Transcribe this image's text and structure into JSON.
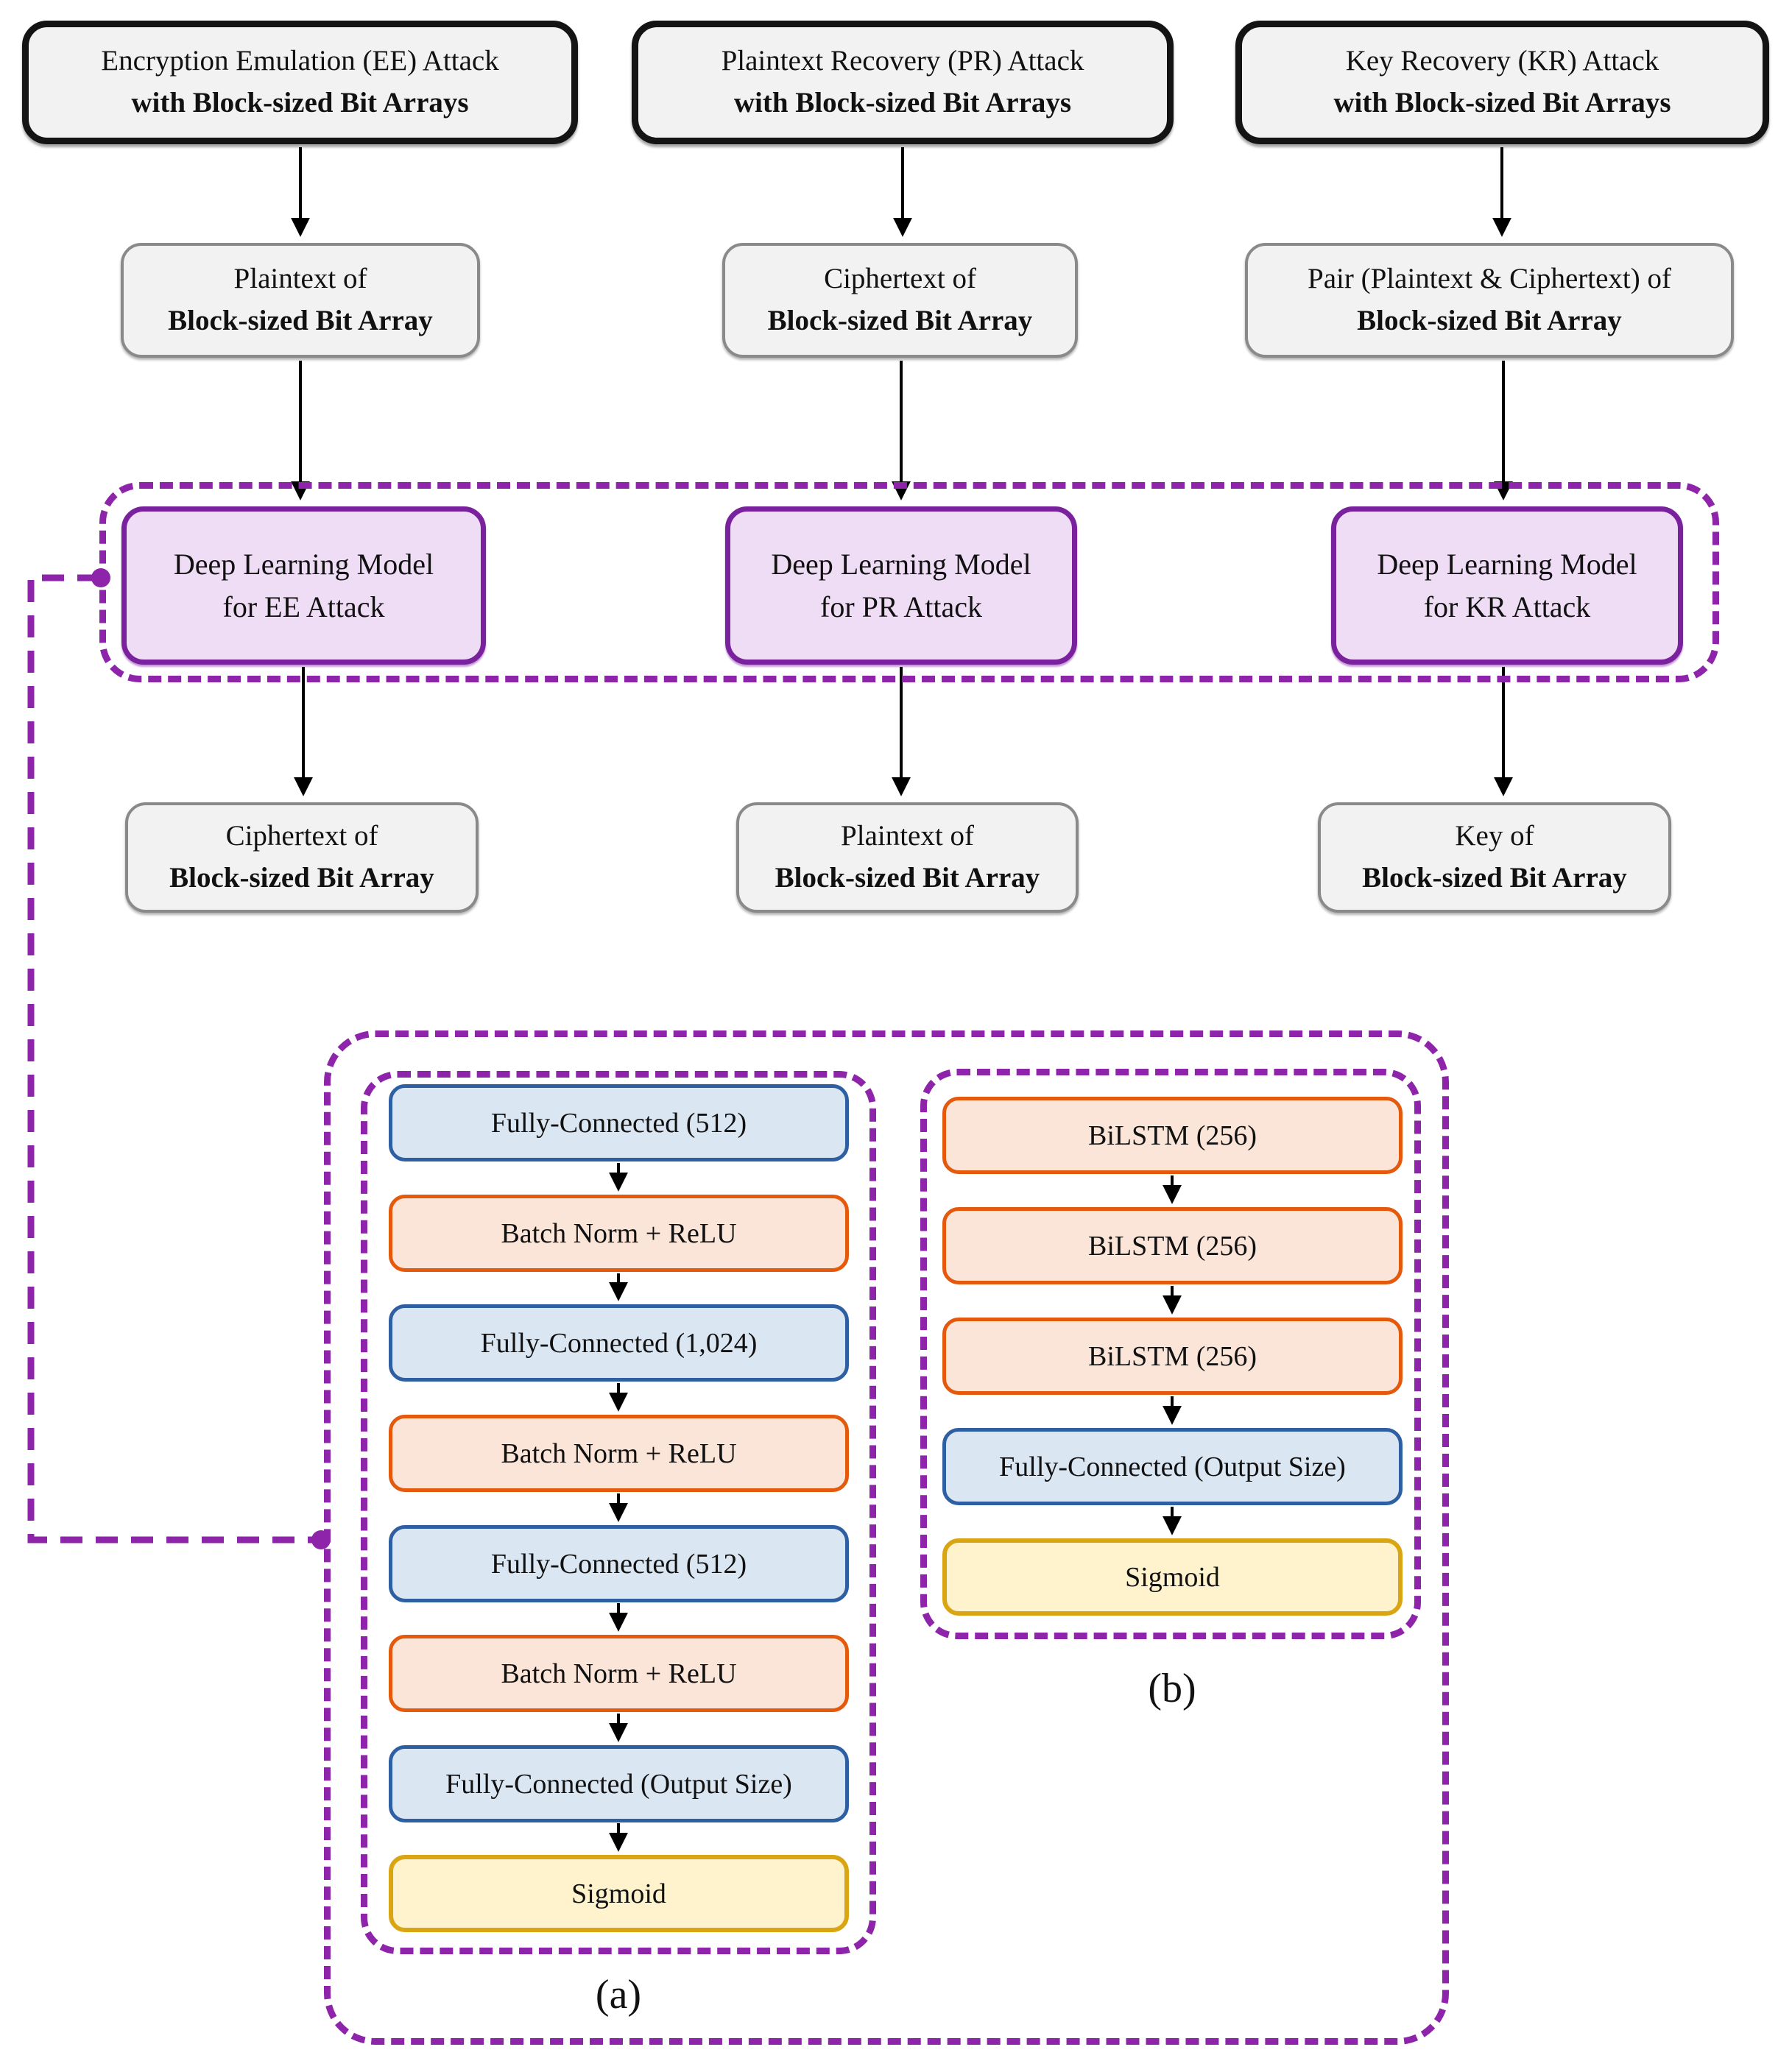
{
  "columns": [
    {
      "id": "ee",
      "attack_line1": "Encryption Emulation (EE) Attack",
      "attack_line2": "with Block-sized Bit Arrays",
      "input_line1": "Plaintext of",
      "input_line2": "Block-sized Bit Array",
      "model_line1": "Deep Learning Model",
      "model_line2": "for EE Attack",
      "output_line1": "Ciphertext of",
      "output_line2": "Block-sized Bit Array"
    },
    {
      "id": "pr",
      "attack_line1": "Plaintext Recovery (PR) Attack",
      "attack_line2": "with Block-sized Bit Arrays",
      "input_line1": "Ciphertext of",
      "input_line2": "Block-sized Bit Array",
      "model_line1": "Deep Learning Model",
      "model_line2": "for PR Attack",
      "output_line1": "Plaintext of",
      "output_line2": "Block-sized Bit Array"
    },
    {
      "id": "kr",
      "attack_line1": "Key Recovery (KR) Attack",
      "attack_line2": "with Block-sized Bit Arrays",
      "input_line1": "Pair (Plaintext & Ciphertext) of",
      "input_line2": "Block-sized Bit Array",
      "model_line1": "Deep Learning Model",
      "model_line2": "for KR Attack",
      "output_line1": "Key of",
      "output_line2": "Block-sized Bit Array"
    }
  ],
  "arch_a": {
    "caption": "(a)",
    "layers": [
      {
        "text": "Fully-Connected (512)",
        "type": "fc"
      },
      {
        "text": "Batch Norm + ReLU",
        "type": "bn"
      },
      {
        "text": "Fully-Connected (1,024)",
        "type": "fc"
      },
      {
        "text": "Batch Norm + ReLU",
        "type": "bn"
      },
      {
        "text": "Fully-Connected (512)",
        "type": "fc"
      },
      {
        "text": "Batch Norm + ReLU",
        "type": "bn"
      },
      {
        "text": "Fully-Connected (Output Size)",
        "type": "fc"
      },
      {
        "text": "Sigmoid",
        "type": "act"
      }
    ]
  },
  "arch_b": {
    "caption": "(b)",
    "layers": [
      {
        "text": "BiLSTM (256)",
        "type": "lstm"
      },
      {
        "text": "BiLSTM (256)",
        "type": "lstm"
      },
      {
        "text": "BiLSTM (256)",
        "type": "lstm"
      },
      {
        "text": "Fully-Connected (Output Size)",
        "type": "fc"
      },
      {
        "text": "Sigmoid",
        "type": "act"
      }
    ]
  },
  "colors": {
    "dashed_purple": "#8e24aa",
    "model_border": "#7a219e",
    "model_fill": "#efdcf5",
    "fc_border": "#2e5fa3",
    "fc_fill": "#dbe6f3",
    "recurrent_border": "#e4590c",
    "recurrent_fill": "#fbe5d8",
    "sigmoid_border": "#d9a513",
    "sigmoid_fill": "#fef3cd",
    "box_fill": "#f2f2f2",
    "arrow": "#000000"
  }
}
